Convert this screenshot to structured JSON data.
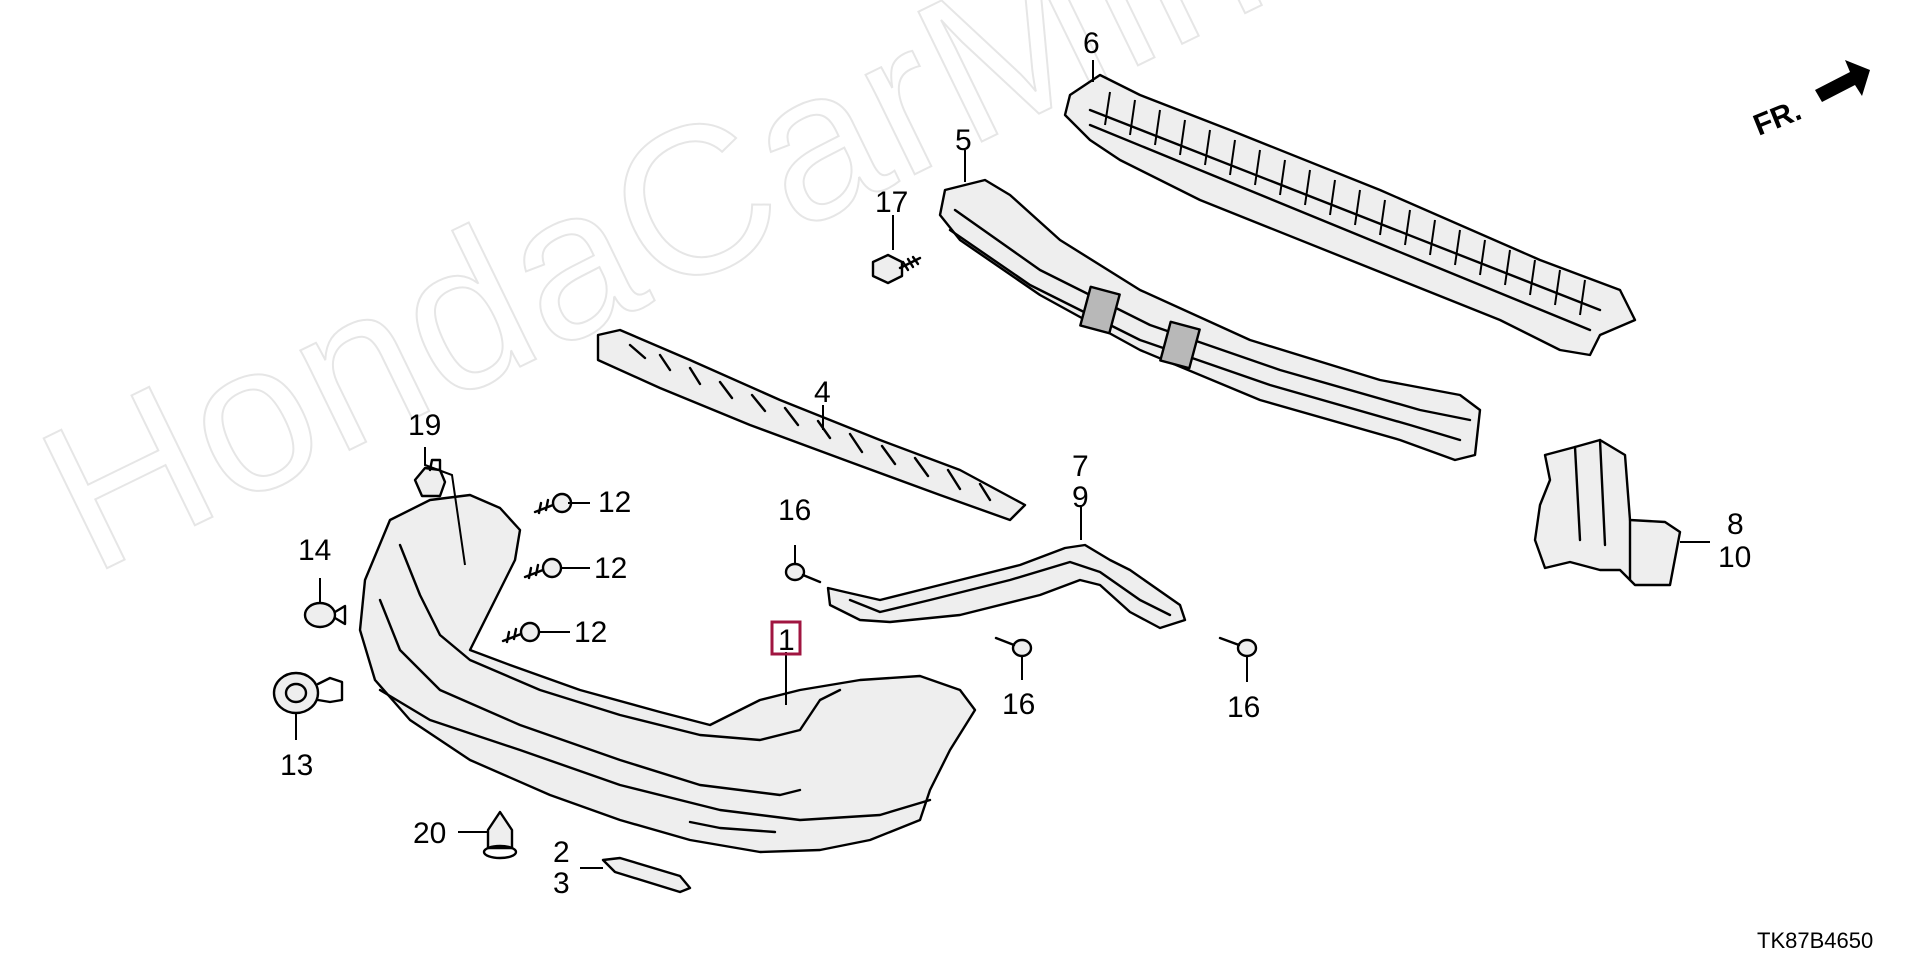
{
  "watermark": "HondaCarMine.ru",
  "diagram_code": "TK87B4650",
  "direction_label": "FR.",
  "highlight_color": "#a01540",
  "callouts": {
    "c1": "1",
    "c2": "2",
    "c3": "3",
    "c4": "4",
    "c5": "5",
    "c6": "6",
    "c7": "7",
    "c8": "8",
    "c9": "9",
    "c10": "10",
    "c12a": "12",
    "c12b": "12",
    "c12c": "12",
    "c13": "13",
    "c14": "14",
    "c16a": "16",
    "c16b": "16",
    "c16c": "16",
    "c17": "17",
    "c19": "19",
    "c20": "20"
  }
}
